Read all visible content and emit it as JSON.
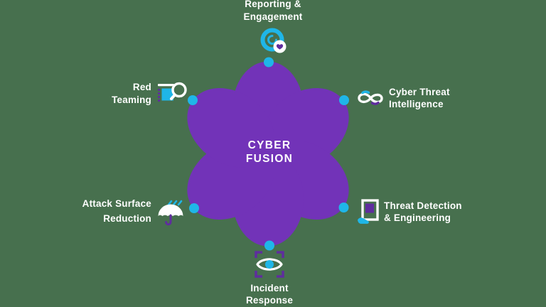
{
  "diagram": {
    "title": "Cyber Fusion capability wheel",
    "center": {
      "line1": "CYBER",
      "line2": "FUSION"
    },
    "nodes": [
      {
        "id": "reporting",
        "line1": "Reporting &",
        "line2": "Engagement",
        "icon": "engagement-rings-heart-icon",
        "position": "top"
      },
      {
        "id": "cti",
        "line1": "Cyber Threat",
        "line2": "Intelligence",
        "icon": "infinity-loop-icon",
        "position": "upper-right"
      },
      {
        "id": "detection",
        "line1": "Threat Detection",
        "line2": "& Engineering",
        "icon": "monitor-hand-icon",
        "position": "lower-right"
      },
      {
        "id": "incident",
        "line1": "Incident",
        "line2": "Response",
        "icon": "eye-scan-icon",
        "position": "bottom"
      },
      {
        "id": "asr",
        "line1": "Attack Surface",
        "line2": "Reduction",
        "icon": "umbrella-icon",
        "position": "lower-left"
      },
      {
        "id": "redteam",
        "line1": "Red",
        "line2": "Teaming",
        "icon": "magnifier-card-icon",
        "position": "upper-left"
      }
    ],
    "petal_count": 6,
    "petal_dot_count": 6
  },
  "colors": {
    "background": "#47704e",
    "flower": "#7233b8",
    "accent_cyan": "#1fb6e8",
    "accent_purple": "#5f2d9e",
    "text": "#ffffff"
  }
}
